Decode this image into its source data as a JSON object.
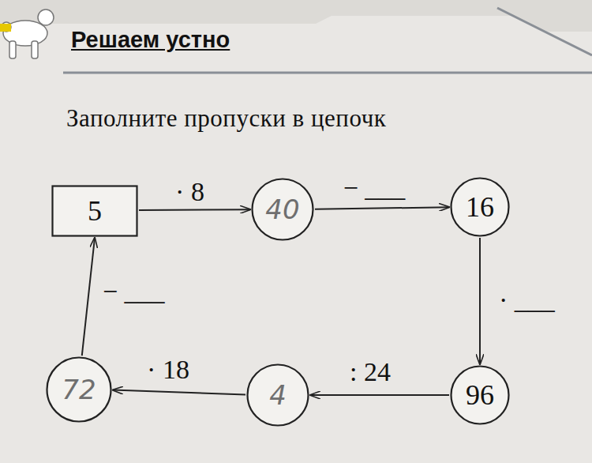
{
  "diagram": {
    "title": "Решаем устно",
    "nodes": [
      {
        "text": [
          "5"
        ]
      },
      {
        "text": [
          "40"
        ]
      },
      {
        "text": [
          "16"
        ]
      },
      {
        "text": [
          "96"
        ]
      },
      {
        "text": [
          "4"
        ]
      },
      {
        "text": [
          "72"
        ]
      }
    ],
    "edges": [
      {
        "from": 0,
        "to": 1,
        "arrow": "to",
        "label": "· 8"
      },
      {
        "from": 1,
        "to": 2,
        "arrow": "to",
        "label": "− ___"
      },
      {
        "from": 2,
        "to": 3,
        "arrow": "to",
        "label": "· ___"
      },
      {
        "from": 3,
        "to": 4,
        "arrow": "to",
        "label": ": 24"
      },
      {
        "from": 4,
        "to": 5,
        "arrow": "to",
        "label": "· 18"
      },
      {
        "from": 5,
        "to": 0,
        "arrow": "to",
        "label": "− ___"
      }
    ],
    "labels": [
      "Заполните пропуски в цепочк"
    ]
  }
}
